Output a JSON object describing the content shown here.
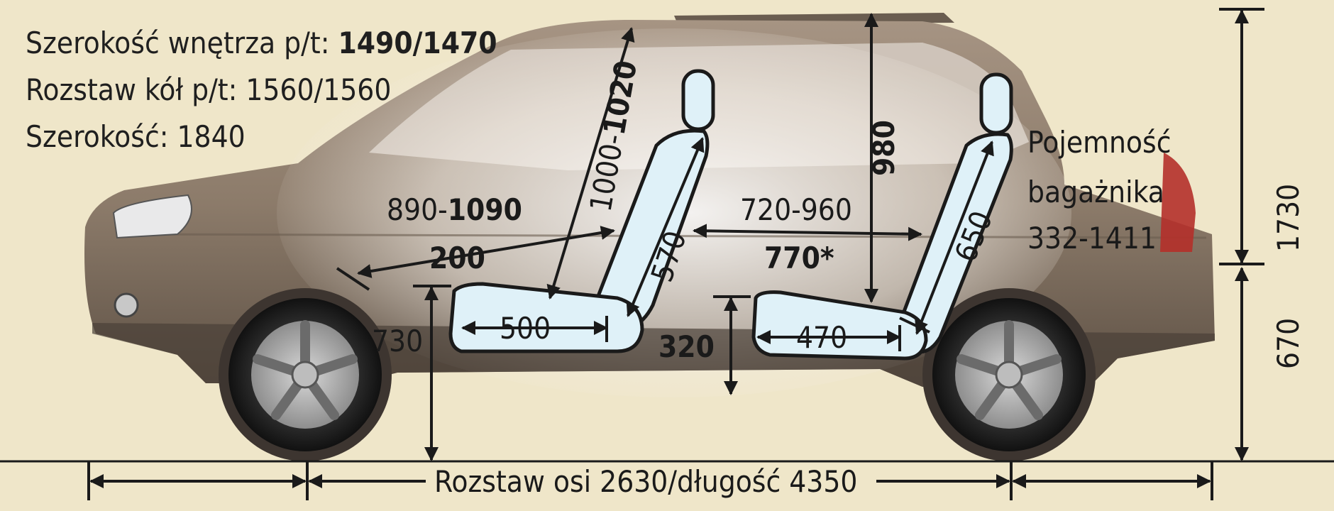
{
  "specs": {
    "interior_width_label": "Szerokość wnętrza p/t:",
    "interior_width_value": "1490/1470",
    "track_label": "Rozstaw kół p/t:",
    "track_value": "1560/1560",
    "width_label": "Szerokość:",
    "width_value": "1840"
  },
  "trunk": {
    "line1": "Pojemność",
    "line2": "bagażnika",
    "line3": "332-1411"
  },
  "dimensions": {
    "front_legroom_min": "890-",
    "front_legroom_max": "1090",
    "front_headroom_min": "1000-",
    "front_headroom_max": "1020",
    "front_backrest": "570",
    "front_seat_depth": "500",
    "front_hip_height": "730",
    "front_seat_step": "200",
    "rear_legroom": "720-960",
    "rear_legroom_avg": "770*",
    "rear_headroom": "980",
    "rear_backrest": "650",
    "rear_seat_depth": "470",
    "rear_seat_height": "320",
    "overall_height": "1730",
    "floor_height": "670",
    "wheelbase_length": "Rozstaw osi 2630/długość 4350"
  },
  "colors": {
    "background": "#efe6c9",
    "car_body": "#8c7b6a",
    "seat_fill": "#dff1f8",
    "seat_stroke": "#1a1a1a",
    "line": "#1a1a1a"
  }
}
